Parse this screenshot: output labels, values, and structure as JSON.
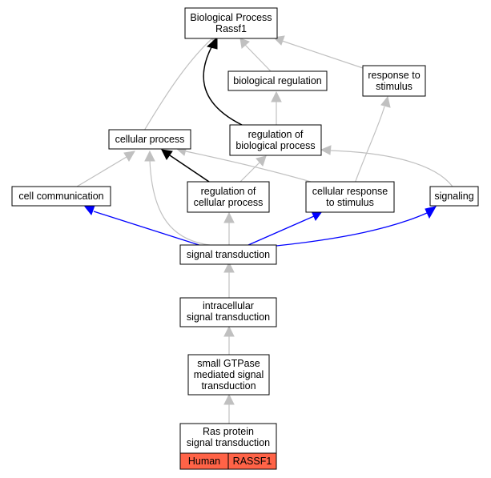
{
  "nodes": {
    "bp_root": [
      "Biological Process",
      "Rassf1"
    ],
    "biological_regulation": [
      "biological regulation"
    ],
    "response_to_stimulus": [
      "response to",
      "stimulus"
    ],
    "cellular_process": [
      "cellular process"
    ],
    "regulation_of_biological_process": [
      "regulation of",
      "biological process"
    ],
    "cell_communication": [
      "cell communication"
    ],
    "regulation_of_cellular_process": [
      "regulation of",
      "cellular process"
    ],
    "cellular_response_to_stimulus": [
      "cellular response",
      "to stimulus"
    ],
    "signaling": [
      "signaling"
    ],
    "signal_transduction": [
      "signal transduction"
    ],
    "intracellular_signal_transduction": [
      "intracellular",
      "signal transduction"
    ],
    "small_gtpase_signal_transduction": [
      "small GTPase",
      "mediated signal",
      "transduction"
    ],
    "ras_protein_signal_transduction": [
      "Ras protein",
      "signal transduction"
    ]
  },
  "annotation": {
    "species": "Human",
    "gene": "RASSF1"
  },
  "edge_colors": {
    "is_a": "#c0c0c0",
    "regulates": "#000000",
    "part_of": "#0000ff",
    "annotation_fill": "#ff6347"
  }
}
